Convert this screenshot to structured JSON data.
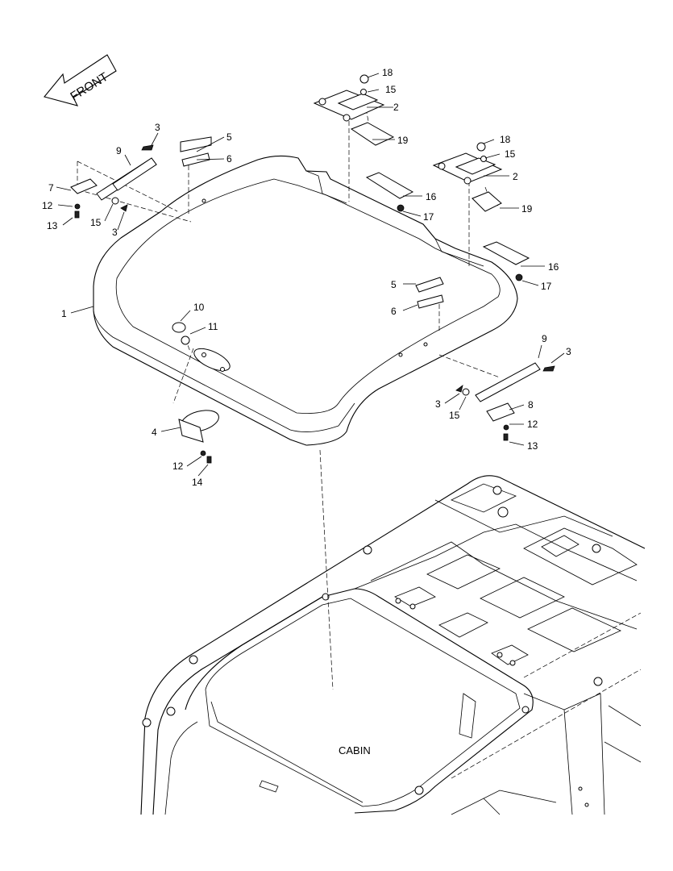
{
  "direction_arrow": {
    "label": "FRONT"
  },
  "cabin_label": "CABIN",
  "callouts": [
    {
      "id": "c18a",
      "text": "18"
    },
    {
      "id": "c15a",
      "text": "15"
    },
    {
      "id": "c2a",
      "text": "2"
    },
    {
      "id": "c19a",
      "text": "19"
    },
    {
      "id": "c3a",
      "text": "3"
    },
    {
      "id": "c5a",
      "text": "5"
    },
    {
      "id": "c6a",
      "text": "6"
    },
    {
      "id": "c9a",
      "text": "9"
    },
    {
      "id": "c7",
      "text": "7"
    },
    {
      "id": "c12a",
      "text": "12"
    },
    {
      "id": "c13a",
      "text": "13"
    },
    {
      "id": "c15b",
      "text": "15"
    },
    {
      "id": "c3b",
      "text": "3"
    },
    {
      "id": "c18b",
      "text": "18"
    },
    {
      "id": "c15c",
      "text": "15"
    },
    {
      "id": "c2b",
      "text": "2"
    },
    {
      "id": "c16a",
      "text": "16"
    },
    {
      "id": "c17a",
      "text": "17"
    },
    {
      "id": "c19b",
      "text": "19"
    },
    {
      "id": "c16b",
      "text": "16"
    },
    {
      "id": "c17b",
      "text": "17"
    },
    {
      "id": "c1",
      "text": "1"
    },
    {
      "id": "c10",
      "text": "10"
    },
    {
      "id": "c11",
      "text": "11"
    },
    {
      "id": "c5b",
      "text": "5"
    },
    {
      "id": "c6b",
      "text": "6"
    },
    {
      "id": "c9b",
      "text": "9"
    },
    {
      "id": "c3c",
      "text": "3"
    },
    {
      "id": "c3d",
      "text": "3"
    },
    {
      "id": "c8",
      "text": "8"
    },
    {
      "id": "c15d",
      "text": "15"
    },
    {
      "id": "c12b",
      "text": "12"
    },
    {
      "id": "c13b",
      "text": "13"
    },
    {
      "id": "c4",
      "text": "4"
    },
    {
      "id": "c12c",
      "text": "12"
    },
    {
      "id": "c14",
      "text": "14"
    }
  ]
}
